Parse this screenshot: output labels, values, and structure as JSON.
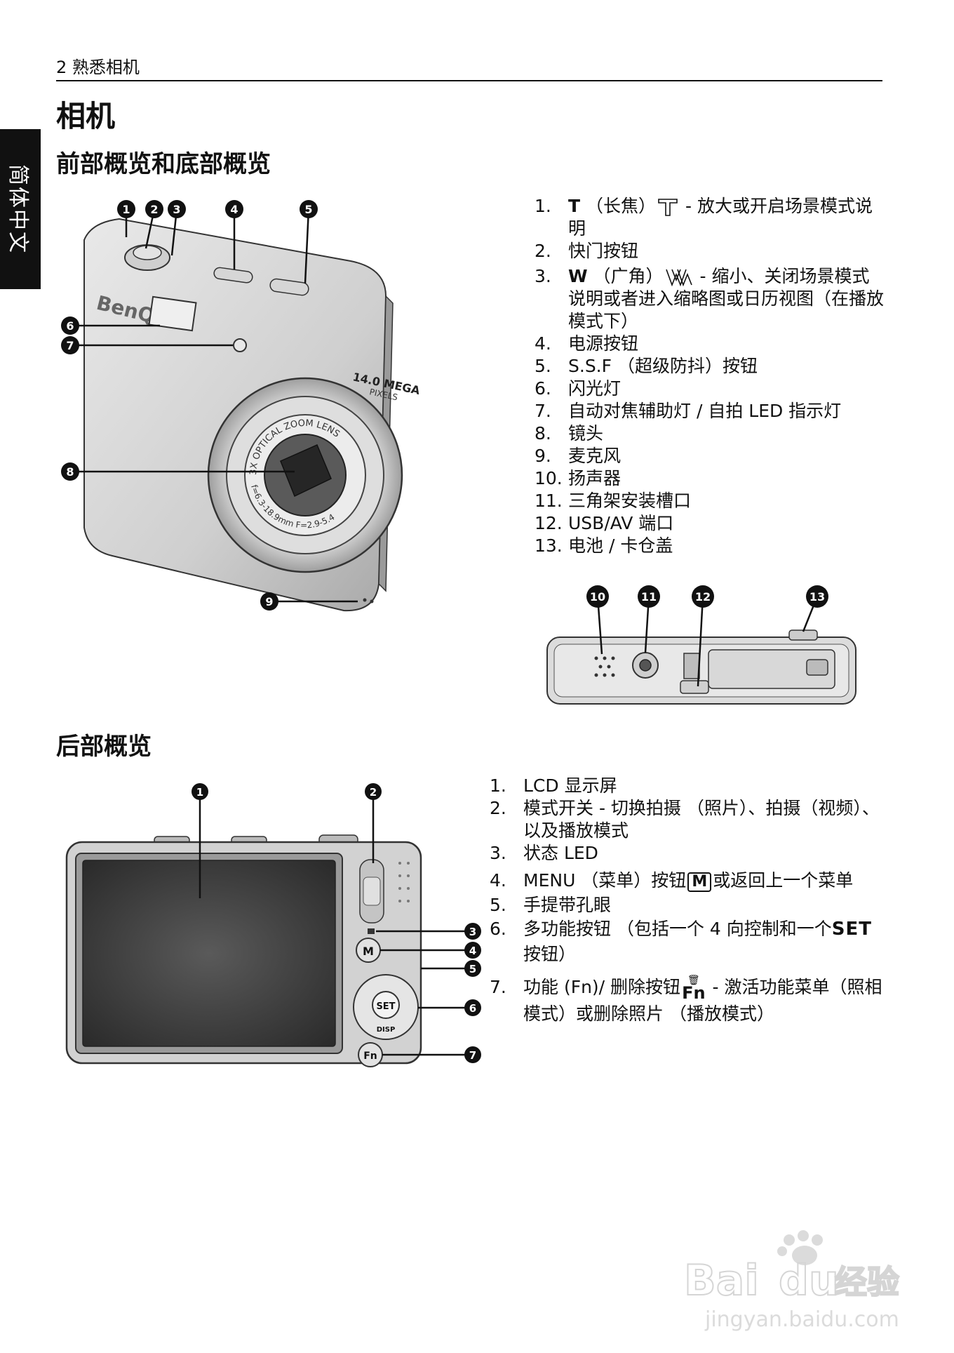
{
  "header": {
    "page_label": "2  熟悉相机"
  },
  "side_tab": {
    "label": "简体中文"
  },
  "title": "相机",
  "front_section": {
    "heading": "前部概览和底部概览",
    "items": [
      {
        "num": "1.",
        "pre": "",
        "bold": "T",
        "post": "（长焦）",
        "icon": "T",
        "after": " - 放大或开启场景模式说明"
      },
      {
        "num": "2.",
        "text": "快门按钮"
      },
      {
        "num": "3.",
        "pre": "",
        "bold": "W",
        "post": "（广角）",
        "icon": "W",
        "after": " - 缩小、关闭场景模式说明或者进入缩略图或日历视图（在播放模式下）"
      },
      {
        "num": "4.",
        "text": "电源按钮"
      },
      {
        "num": "5.",
        "text": "S.S.F （超级防抖）按钮"
      },
      {
        "num": "6.",
        "text": "闪光灯"
      },
      {
        "num": "7.",
        "text": "自动对焦辅助灯 / 自拍 LED 指示灯"
      },
      {
        "num": "8.",
        "text": "镜头"
      },
      {
        "num": "9.",
        "text": "麦克风"
      },
      {
        "num": "10.",
        "text": "扬声器"
      },
      {
        "num": "11.",
        "text": "三角架安装槽口"
      },
      {
        "num": "12.",
        "text": "USB/AV 端口"
      },
      {
        "num": "13.",
        "text": "电池 / 卡仓盖"
      }
    ],
    "camera_text": {
      "brand": "BenQ",
      "mega": "14.0 MEGA",
      "pixels": "PIXELS",
      "lens_ring": "3X OPTICAL ZOOM LENS",
      "lens_spec": "f=6.3-18.9mm F=2.9-5.4"
    },
    "callouts_front": [
      "1",
      "2",
      "3",
      "4",
      "5",
      "6",
      "7",
      "8",
      "9"
    ],
    "callouts_bottom": [
      "10",
      "11",
      "12",
      "13"
    ]
  },
  "rear_section": {
    "heading": "后部概览",
    "items": [
      {
        "num": "1.",
        "text": "LCD 显示屏"
      },
      {
        "num": "2.",
        "text": "模式开关 - 切换拍摄 （照片）、拍摄（视频）、以及播放模式"
      },
      {
        "num": "3.",
        "text": "状态 LED"
      },
      {
        "num": "4.",
        "pre": "MENU （菜单）按钮",
        "icon": "M",
        "after": "或返回上一个菜单"
      },
      {
        "num": "5.",
        "text": "手提带孔眼"
      },
      {
        "num": "6.",
        "pre": "多功能按钮 （包括一个 4 向控制和一个",
        "icon": "SET",
        "after": "按钮）"
      },
      {
        "num": "7.",
        "pre": "功能 (Fn)/ 删除按钮",
        "icon": "Fn",
        "after": " - 激活功能菜单（照相模式）或删除照片 （播放模式）"
      }
    ],
    "camera_text": {
      "set": "SET",
      "disp": "DISP",
      "fn": "Fn",
      "menu": "M"
    },
    "callouts": [
      "1",
      "2",
      "3",
      "4",
      "5",
      "6",
      "7"
    ]
  },
  "watermark": {
    "brand": "Bai",
    "brand2": "du",
    "suffix": "经验",
    "url": "jingyan.baidu.com"
  }
}
